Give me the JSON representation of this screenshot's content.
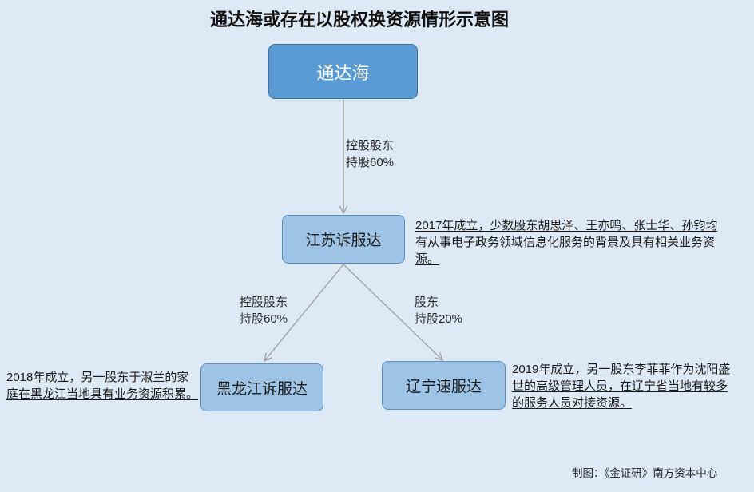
{
  "title": "通达海或存在以股权换资源情形示意图",
  "company": {
    "label": "通达海",
    "subsidiaries": [
      {
        "relation": "控股股东",
        "stake": "持股60%",
        "label": "江苏诉服达",
        "note": [
          "2017年成立，少数股东胡思泽、王亦鸣、张士华、孙钧均",
          "有从事电子政务领域信息化服务的背景及具有相关业务资",
          "源。"
        ],
        "subsidiaries": [
          {
            "relation": "控股股东",
            "stake": "持股60%",
            "label": "黑龙江诉服达",
            "note": [
              "2018年成立，另一股东于淑兰的家",
              "庭在黑龙江当地具有业务资源积累。"
            ]
          },
          {
            "relation": "股东",
            "stake": "持股20%",
            "label": "辽宁速服达",
            "note": [
              "2019年成立，另一股东李菲菲作为沈阳盛",
              "世的高级管理人员，在辽宁省当地有较多",
              "的服务人员对接资源。"
            ]
          }
        ]
      }
    ]
  },
  "credit": "制图：《金证研》南方资本中心",
  "colors": {
    "background": "#ddeaf6",
    "root_box": "#5b9bd5",
    "root_border": "#41719c",
    "child_box": "#9dc3e6",
    "child_border": "#5a8fc6",
    "arrow": "#a6a6a6",
    "text": "#262626"
  }
}
